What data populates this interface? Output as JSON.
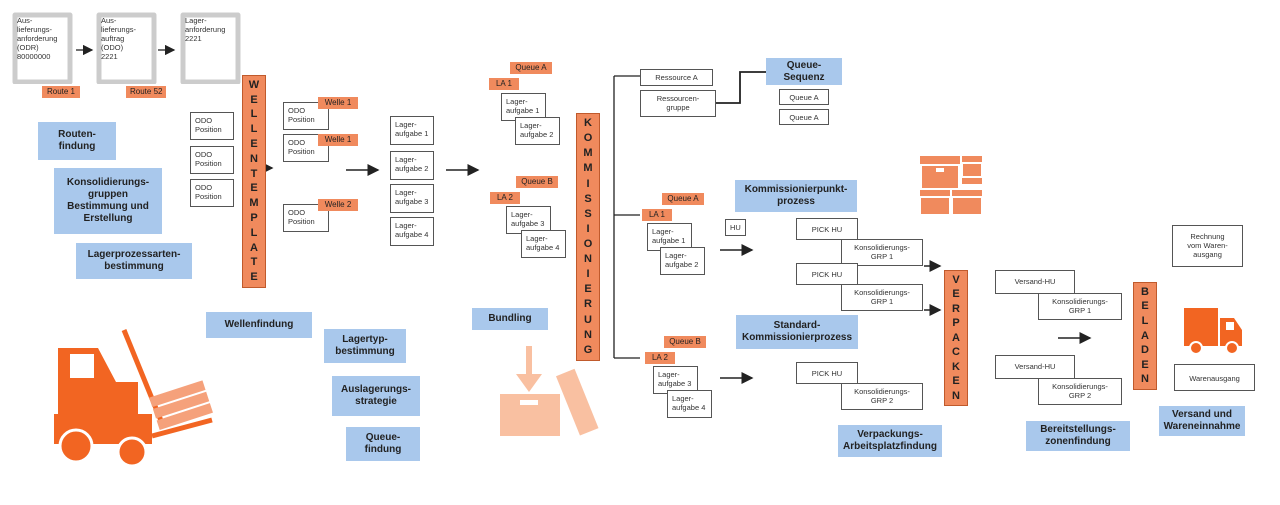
{
  "colors": {
    "orange": "#f08a5d",
    "orange_dark": "#f26522",
    "blue": "#a9c8ec",
    "line": "#222222"
  },
  "docs": [
    {
      "text": "Aus-\nlieferungs-\nanforderung\n(ODR)\n80000000",
      "route": "Route 1"
    },
    {
      "text": "Aus-\nlieferungs-\nauftrag\n(ODO)\n2221",
      "route": "Route 52"
    },
    {
      "text": "Lager-\nanforderung\n2221"
    }
  ],
  "left_blue": {
    "routen": "Routen-\nfindung",
    "konsol": "Konsolidierungs-\ngruppen\nBestimmung und\nErstellung",
    "lagerproz": "Lagerprozessarten-\nbestimmung",
    "wellenfindung": "Wellenfindung",
    "lagertyp": "Lagertyp-\nbestimmung",
    "auslager": "Auslagerungs-\nstrategie",
    "queuefindung": "Queue-\nfindung"
  },
  "odo_positions": [
    "ODO\nPosition",
    "ODO\nPosition",
    "ODO\nPosition"
  ],
  "wellen_template": "WELLENTEMPLATE",
  "wellen": [
    {
      "tag": "Welle 1",
      "box": "ODO\nPosition"
    },
    {
      "tag": "Welle 1",
      "box": "ODO\nPosition"
    },
    {
      "tag": "Welle 2",
      "box": "ODO\nPosition"
    }
  ],
  "lageraufgaben": [
    "Lager-\naufgabe 1",
    "Lager-\naufgabe 2",
    "Lager-\naufgabe 3",
    "Lager-\naufgabe 4"
  ],
  "bundling_groups": {
    "queueA": "Queue A",
    "la1": "LA 1",
    "la1_items": [
      "Lager-\naufgabe 1",
      "Lager-\naufgabe 2"
    ],
    "queueB": "Queue B",
    "la2": "LA 2",
    "la2_items": [
      "Lager-\naufgabe 3",
      "Lager-\naufgabe 4"
    ]
  },
  "bundling": "Bundling",
  "kommissionierung": "KOMMISSIONIERUNG",
  "ressource_a": "Ressource A",
  "ressourcengruppe": "Ressourcen-\ngruppe",
  "queue_sequenz": "Queue-\nSequenz",
  "queue_a_items": [
    "Queue A",
    "Queue A"
  ],
  "komm_group1": {
    "queue": "Queue A",
    "la": "LA 1",
    "items": [
      "Lager-\naufgabe 1",
      "Lager-\naufgabe 2"
    ]
  },
  "komm_group2": {
    "queue": "Queue B",
    "la": "LA 2",
    "items": [
      "Lager-\naufgabe 3",
      "Lager-\naufgabe 4"
    ]
  },
  "hu": "HU",
  "kommissionierpunkt": "Kommissionierpunkt-\nprozess",
  "standard_komm": "Standard-\nKommissionierprozess",
  "pick_hu": [
    "PICK HU",
    "PICK HU",
    "PICK HU"
  ],
  "konsol_grp": [
    "Konsolidierungs-\nGRP 1",
    "Konsolidierungs-\nGRP 1",
    "Konsolidierungs-\nGRP 2"
  ],
  "verpacken": "VERPACKEN",
  "verpackungs_ap": "Verpackungs-\nArbeitsplatzfindung",
  "versand_hu": [
    "Versand-HU",
    "Versand-HU"
  ],
  "versand_konsol": [
    "Konsolidierungs-\nGRP 1",
    "Konsolidierungs-\nGRP 2"
  ],
  "bereitstellung": "Bereitstellungs-\nzonenfindung",
  "beladen": "BELADEN",
  "rechnung": "Rechnung\nvom Waren-\nausgang",
  "warenausgang": "Warenausgang",
  "versand_waren": "Versand und\nWareneinnahme"
}
